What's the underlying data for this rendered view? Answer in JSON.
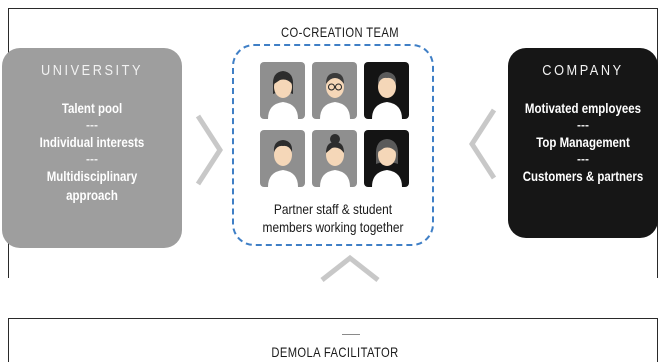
{
  "university": {
    "title": "UNIVERSITY",
    "lines": [
      "Talent pool",
      "---",
      "Individual interests",
      "---",
      "Multidisciplinary",
      "approach"
    ]
  },
  "company": {
    "title": "COMPANY",
    "lines": [
      "Motivated employees",
      "---",
      "Top Management",
      "---",
      "Customers & partners"
    ]
  },
  "team": {
    "title": "CO-CREATION TEAM",
    "caption_line1": "Partner staff & student",
    "caption_line2": "members working together",
    "avatars": [
      {
        "icon": "female-avatar-icon",
        "bg": "#8f8f8f"
      },
      {
        "icon": "male-glasses-avatar-icon",
        "bg": "#8f8f8f"
      },
      {
        "icon": "male-avatar-icon",
        "bg": "#141414"
      },
      {
        "icon": "male-avatar-icon",
        "bg": "#8f8f8f"
      },
      {
        "icon": "female-avatar-icon",
        "bg": "#8f8f8f"
      },
      {
        "icon": "female-avatar-icon",
        "bg": "#141414"
      }
    ]
  },
  "facilitator": {
    "title": "DEMOLA FACILITATOR"
  },
  "colors": {
    "university_bg": "#9e9e9e",
    "company_bg": "#161616",
    "team_border": "#3f7fc6",
    "chevron": "#c8c8c8"
  }
}
